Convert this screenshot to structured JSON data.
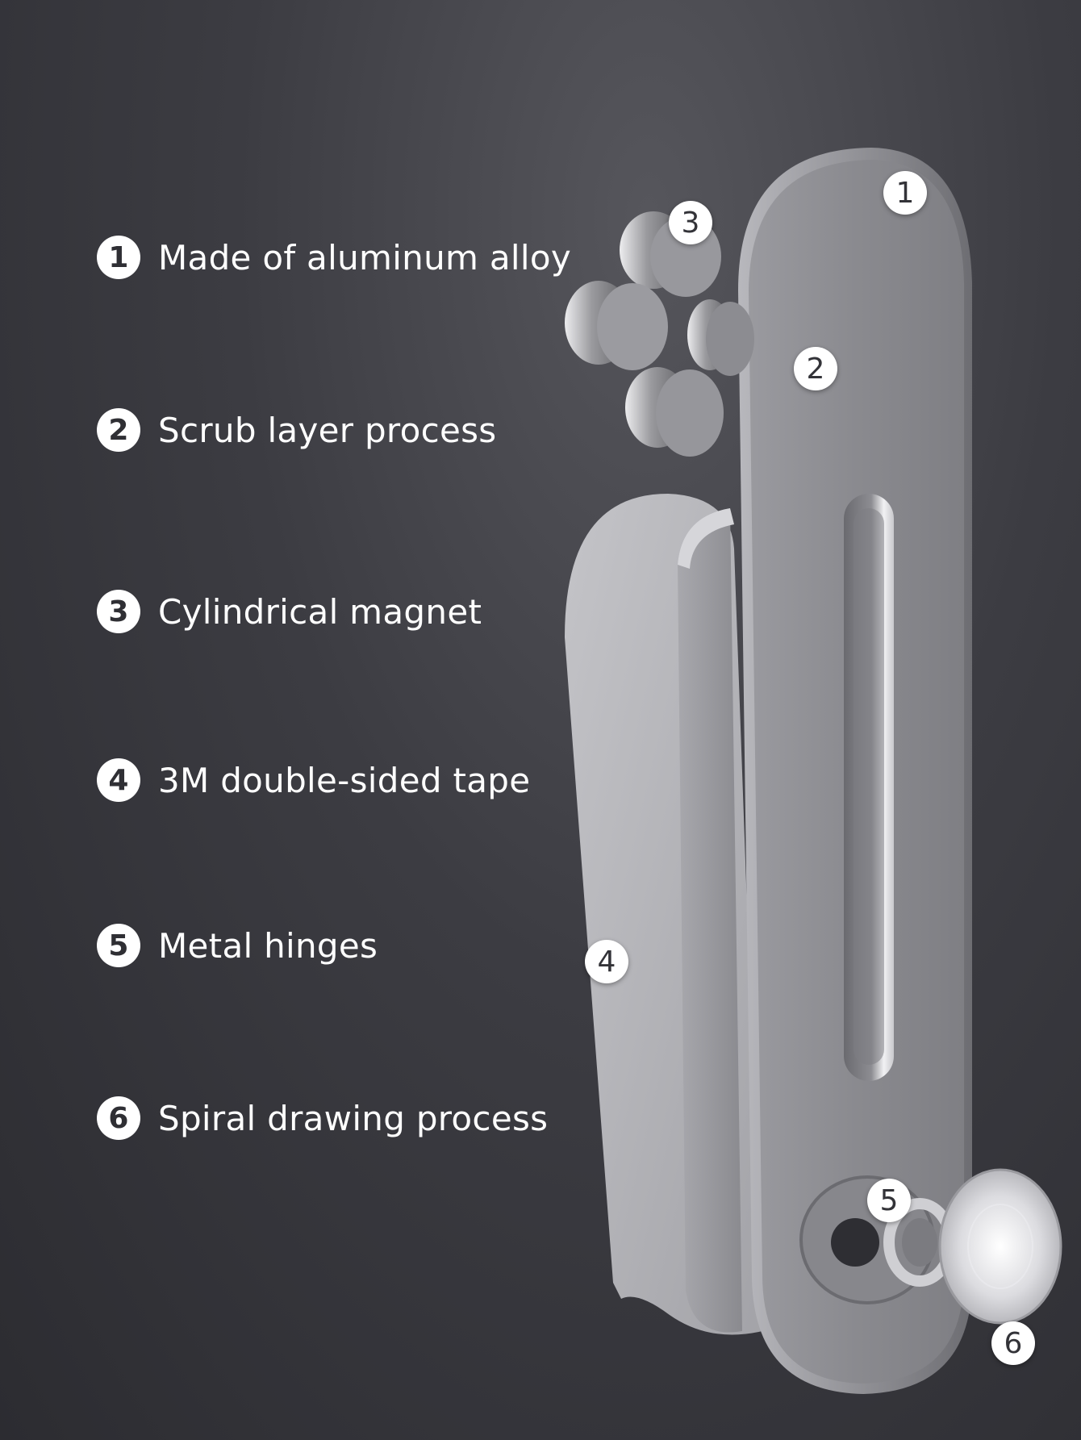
{
  "features": [
    {
      "number": "1",
      "label": "Made of aluminum alloy"
    },
    {
      "number": "2",
      "label": "Scrub layer process"
    },
    {
      "number": "3",
      "label": "Cylindrical magnet"
    },
    {
      "number": "4",
      "label": "3M double-sided tape"
    },
    {
      "number": "5",
      "label": "Metal hinges"
    },
    {
      "number": "6",
      "label": "Spiral drawing process"
    }
  ],
  "callouts": {
    "aluminum_alloy": "1",
    "scrub_layer": "2",
    "magnet": "3",
    "tape": "4",
    "hinge": "5",
    "spiral_cap": "6"
  },
  "colors": {
    "background": "#3a3a40",
    "text": "#ffffff",
    "metal": "#8e8e93"
  }
}
